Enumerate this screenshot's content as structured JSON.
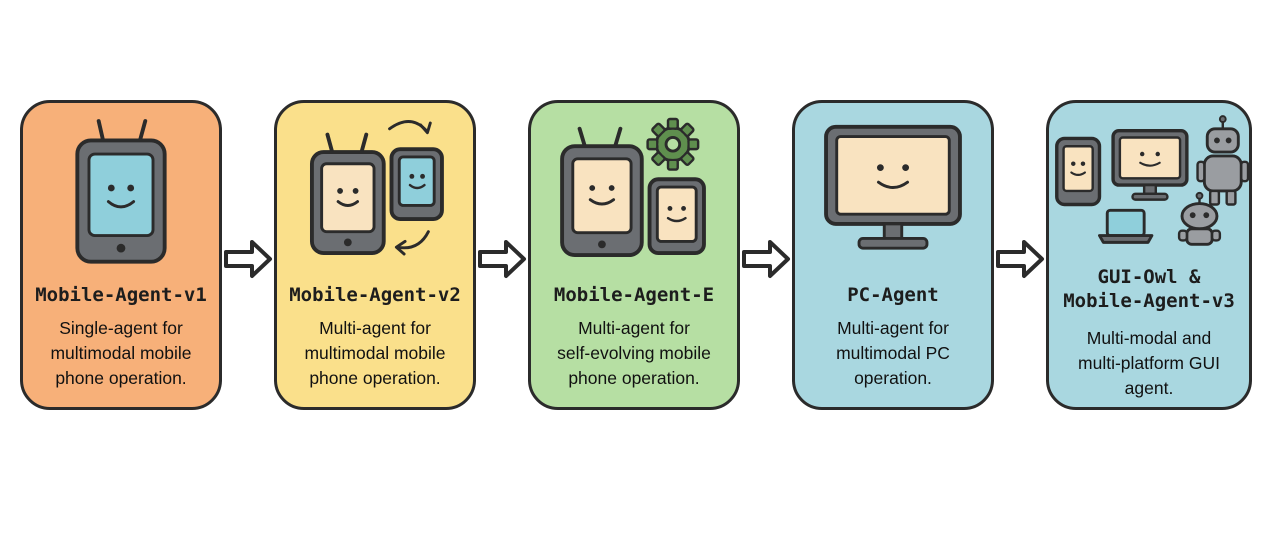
{
  "colors": {
    "v1": "#f7b079",
    "v2": "#fae08b",
    "e": "#b6dfa3",
    "pc": "#a9d7e0",
    "v3": "#a9d7e0",
    "outline": "#2b2b2b",
    "screen_blue": "#8fcfdb",
    "screen_cream": "#f9e3c0",
    "device": "#6b6e72",
    "gear": "#5f8f4e"
  },
  "stages": [
    {
      "title": "Mobile-Agent-v1",
      "description": [
        "Single-agent for",
        "multimodal mobile",
        "phone operation."
      ]
    },
    {
      "title": "Mobile-Agent-v2",
      "description": [
        "Multi-agent for",
        "multimodal mobile",
        "phone operation."
      ]
    },
    {
      "title": "Mobile-Agent-E",
      "description": [
        "Multi-agent for",
        "self-evolving mobile",
        "phone operation."
      ]
    },
    {
      "title": "PC-Agent",
      "description": [
        "Multi-agent for",
        "multimodal PC",
        "operation."
      ]
    },
    {
      "title_lines": [
        "GUI-Owl &",
        "Mobile-Agent-v3"
      ],
      "description": [
        "Multi-modal and",
        "multi-platform GUI",
        "agent."
      ]
    }
  ]
}
